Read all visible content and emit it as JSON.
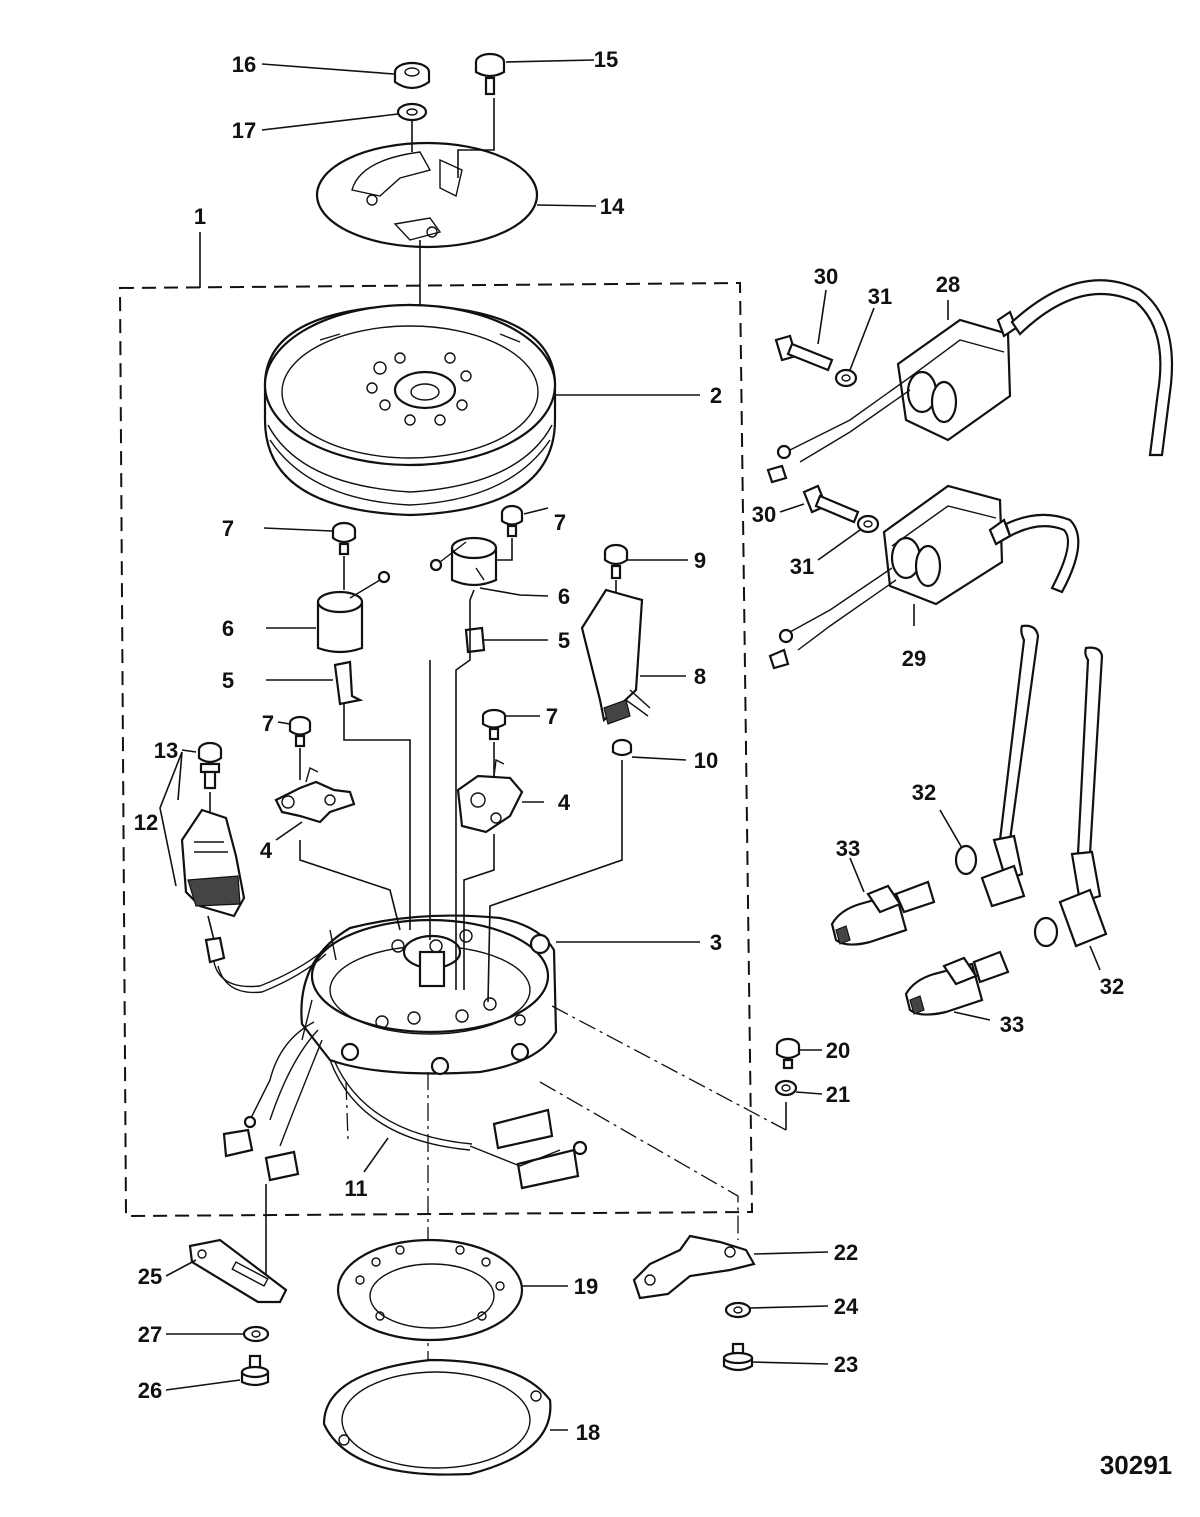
{
  "drawing_number": "30291",
  "callouts": [
    {
      "id": "c1",
      "text": "1"
    },
    {
      "id": "c2",
      "text": "2"
    },
    {
      "id": "c3",
      "text": "3"
    },
    {
      "id": "c4a",
      "text": "4"
    },
    {
      "id": "c4b",
      "text": "4"
    },
    {
      "id": "c5a",
      "text": "5"
    },
    {
      "id": "c5b",
      "text": "5"
    },
    {
      "id": "c6a",
      "text": "6"
    },
    {
      "id": "c6b",
      "text": "6"
    },
    {
      "id": "c7a",
      "text": "7"
    },
    {
      "id": "c7b",
      "text": "7"
    },
    {
      "id": "c7c",
      "text": "7"
    },
    {
      "id": "c7d",
      "text": "7"
    },
    {
      "id": "c8",
      "text": "8"
    },
    {
      "id": "c9",
      "text": "9"
    },
    {
      "id": "c10",
      "text": "10"
    },
    {
      "id": "c11",
      "text": "11"
    },
    {
      "id": "c12",
      "text": "12"
    },
    {
      "id": "c13",
      "text": "13"
    },
    {
      "id": "c14",
      "text": "14"
    },
    {
      "id": "c15",
      "text": "15"
    },
    {
      "id": "c16",
      "text": "16"
    },
    {
      "id": "c17",
      "text": "17"
    },
    {
      "id": "c18",
      "text": "18"
    },
    {
      "id": "c19",
      "text": "19"
    },
    {
      "id": "c20",
      "text": "20"
    },
    {
      "id": "c21",
      "text": "21"
    },
    {
      "id": "c22",
      "text": "22"
    },
    {
      "id": "c23",
      "text": "23"
    },
    {
      "id": "c24",
      "text": "24"
    },
    {
      "id": "c25",
      "text": "25"
    },
    {
      "id": "c26",
      "text": "26"
    },
    {
      "id": "c27",
      "text": "27"
    },
    {
      "id": "c28",
      "text": "28"
    },
    {
      "id": "c29",
      "text": "29"
    },
    {
      "id": "c30a",
      "text": "30"
    },
    {
      "id": "c30b",
      "text": "30"
    },
    {
      "id": "c31a",
      "text": "31"
    },
    {
      "id": "c31b",
      "text": "31"
    },
    {
      "id": "c32a",
      "text": "32"
    },
    {
      "id": "c32b",
      "text": "32"
    },
    {
      "id": "c33a",
      "text": "33"
    },
    {
      "id": "c33b",
      "text": "33"
    }
  ]
}
